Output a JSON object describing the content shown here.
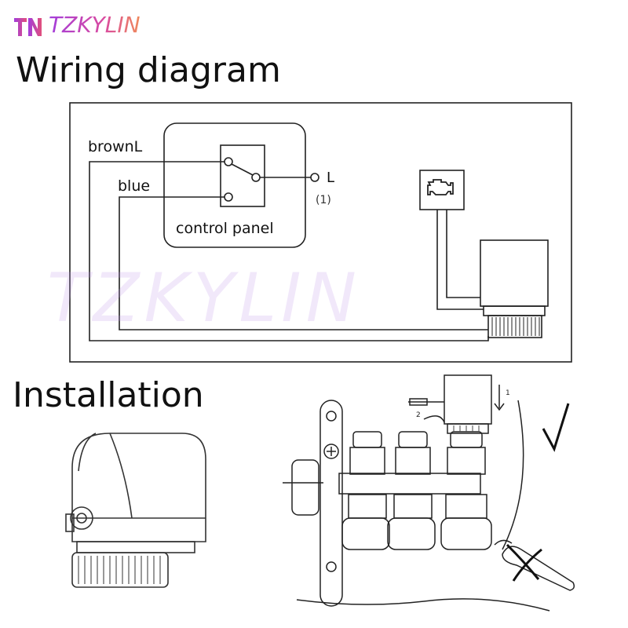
{
  "brand": {
    "name": "TZKYLIN",
    "mark": "TN",
    "watermark": "TZKYLIN",
    "accent": "#a23ddb"
  },
  "wiring": {
    "title": "Wiring diagram",
    "labels": {
      "brown": "brownL",
      "blue": "blue",
      "control_panel": "control panel",
      "terminal": "L",
      "terminal_index": "(1)"
    },
    "engine_icon": "engine-icon"
  },
  "installation": {
    "title": "Installation",
    "step_marks": [
      "1",
      "2"
    ],
    "check_icon": "checkmark-icon",
    "cross_icon": "cross-icon"
  }
}
